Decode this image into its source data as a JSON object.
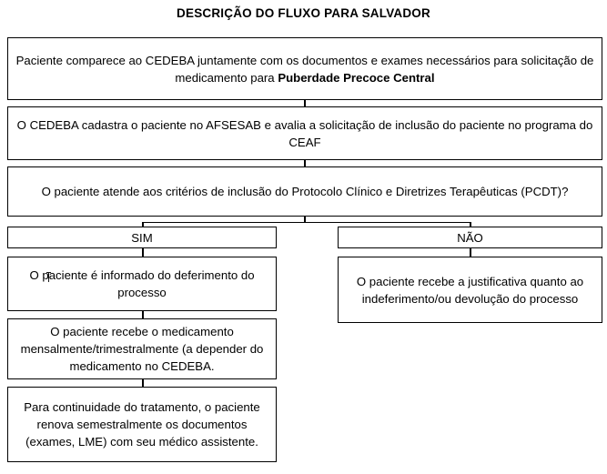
{
  "diagram": {
    "title": "DESCRIÇÃO DO FLUXO PARA SALVADOR",
    "type": "flowchart",
    "orientation": "top-to-bottom",
    "colors": {
      "background": "#ffffff",
      "stroke": "#000000",
      "text": "#000000"
    },
    "nodes": {
      "intake": {
        "text_before_bold": "Paciente comparece ao CEDEBA juntamente com os documentos e exames necessários para solicitação de medicamento para ",
        "bold": "Puberdade Precoce Central",
        "full_text": "Paciente comparece ao CEDEBA juntamente com os documentos e exames necessários para solicitação de medicamento para Puberdade Precoce Central"
      },
      "register": {
        "text": "O CEDEBA cadastra o paciente no AFSESAB e avalia a solicitação de inclusão do paciente no programa do CEAF"
      },
      "decision": {
        "text": "O paciente atende aos critérios de inclusão do Protocolo Clínico e Diretrizes Terapêuticas (PCDT)?"
      },
      "yes_label": {
        "text": "SIM"
      },
      "no_label": {
        "text": "NÃO"
      },
      "approved": {
        "text": "O paciente é informado do deferimento do processo"
      },
      "denied": {
        "text": "O paciente recebe a justificativa quanto ao indeferimento/ou devolução do processo"
      },
      "dispense": {
        "text": "O paciente recebe o medicamento mensalmente/trimestralmente (a depender do medicamento no CEDEBA."
      },
      "renewal": {
        "text": "Para continuidade do tratamento, o paciente renova semestralmente os documentos (exames, LME) com seu médico assistente."
      }
    }
  }
}
